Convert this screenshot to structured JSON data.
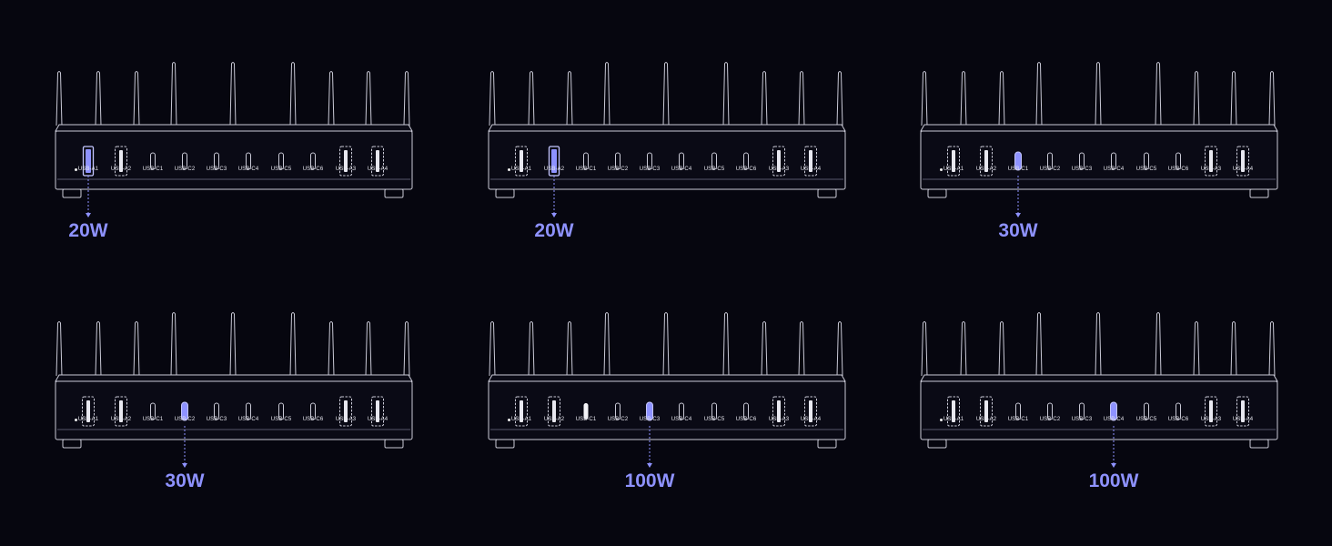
{
  "ports": [
    {
      "label": "USB-A1",
      "kind": "A"
    },
    {
      "label": "USB-A2",
      "kind": "A"
    },
    {
      "label": "USB-C1",
      "kind": "C"
    },
    {
      "label": "USB-C2",
      "kind": "C"
    },
    {
      "label": "USB-C3",
      "kind": "C"
    },
    {
      "label": "USB-C4",
      "kind": "C"
    },
    {
      "label": "USB-C5",
      "kind": "C"
    },
    {
      "label": "USB-C6",
      "kind": "C"
    },
    {
      "label": "USB-A3",
      "kind": "A"
    },
    {
      "label": "USB-A4",
      "kind": "A"
    }
  ],
  "colors": {
    "background": "#06060f",
    "outline": "#c9c9d6",
    "highlight": "#8e92ff"
  },
  "panels": [
    {
      "active_port": "USB-A1",
      "watt": "20W"
    },
    {
      "active_port": "USB-A2",
      "watt": "20W"
    },
    {
      "active_port": "USB-C1",
      "watt": "30W"
    },
    {
      "active_port": "USB-C2",
      "watt": "30W"
    },
    {
      "active_port": "USB-C3",
      "watt": "100W",
      "also_lit": "USB-C1"
    },
    {
      "active_port": "USB-C4",
      "watt": "100W"
    }
  ]
}
